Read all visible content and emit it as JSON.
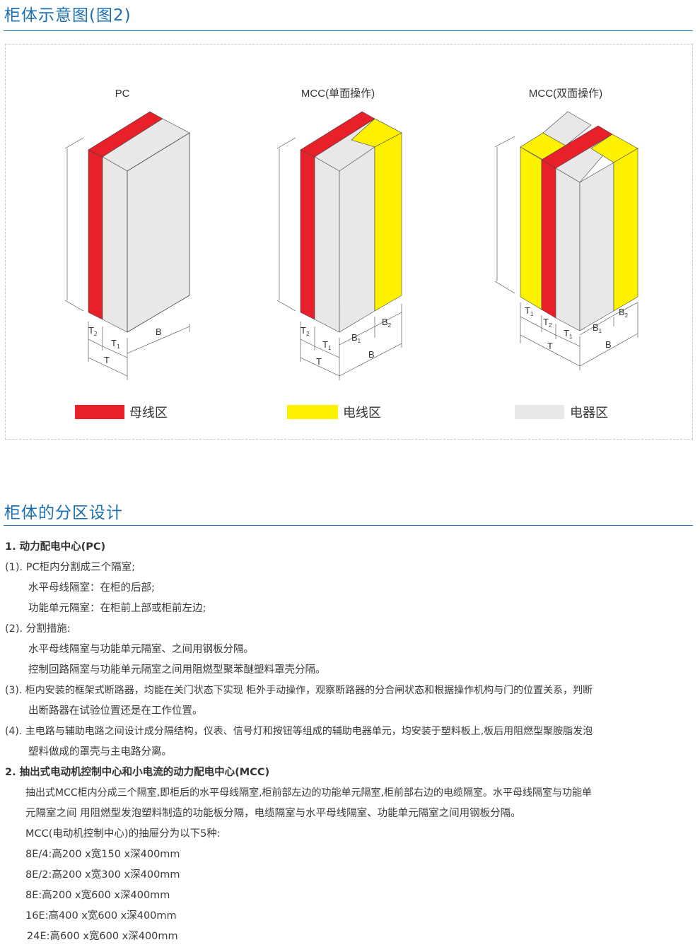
{
  "section1": {
    "title": "柜体示意图(图2)",
    "diagrams": [
      {
        "caption": "PC",
        "labels": {
          "T2": "T",
          "T2sub": "2",
          "T1": "T",
          "T1sub": "1",
          "T": "T",
          "B": "B"
        }
      },
      {
        "caption": "MCC(单面操作)",
        "labels": {
          "T2": "T",
          "T2sub": "2",
          "T1": "T",
          "T1sub": "1",
          "T": "T",
          "B1": "B",
          "B1sub": "1",
          "B2": "B",
          "B2sub": "2",
          "B": "B"
        }
      },
      {
        "caption": "MCC(双面操作)",
        "labels": {
          "T1a": "T",
          "T1asub": "1",
          "T2": "T",
          "T2sub": "2",
          "T1b": "T",
          "T1bsub": "1",
          "T": "T",
          "B1": "B",
          "B1sub": "1",
          "B2": "B",
          "B2sub": "2",
          "B": "B"
        }
      }
    ],
    "legend": [
      {
        "label": "母线区",
        "color": "#e8202a"
      },
      {
        "label": "电线区",
        "color": "#fff200"
      },
      {
        "label": "电器区",
        "color": "#e8e8e8"
      }
    ]
  },
  "section2": {
    "title": "柜体的分区设计",
    "lines": [
      "1. 动力配电中心(PC)",
      "(1). PC柜内分割成三个隔室;",
      "水平母线隔室：在柜的后部;",
      "功能单元隔室：在柜前上部或柜前左边;",
      "(2). 分割措施:",
      "水平母线隔室与功能单元隔室、之间用钢板分隔。",
      "控制回路隔室与功能单元隔室之间用阻燃型聚苯醚塑料罩壳分隔。",
      "(3). 柜内安装的框架式断路器，均能在关门状态下实现 柜外手动操作，观察断路器的分合闸状态和根据操作机构与门的位置关系，判断",
      "出断路器在试验位置还是在工作位置。",
      "(4). 主电路与辅助电路之间设计成分隔结构，仪表、信号灯和按钮等组成的辅助电器单元，均安装于塑料板上,板后用阻燃型聚胺脂发泡",
      "塑料做成的罩壳与主电路分离。",
      "2. 抽出式电动机控制中心和小电流的动力配电中心(MCC)",
      "抽出式MCC柜内分成三个隔室,即柜后的水平母线隔室,柜前部左边的功能单元隔室,柜前部右边的电缆隔室。水平母线隔室与功能单",
      "元隔室之间 用阻燃型发泡塑料制造的功能板分隔，电缆隔室与水平母线隔室、功能单元隔室之间用钢板分隔。",
      "MCC(电动机控制中心)的抽屉分为以下5种:",
      "8E/4:高200 x宽150 x深400mm",
      "8E/2:高200 x宽300 x深400mm",
      "8E:高200 x宽600 x深400mm",
      "16E:高400 x宽600 x深400mm",
      "24E:高600 x宽600 x深400mm"
    ]
  }
}
